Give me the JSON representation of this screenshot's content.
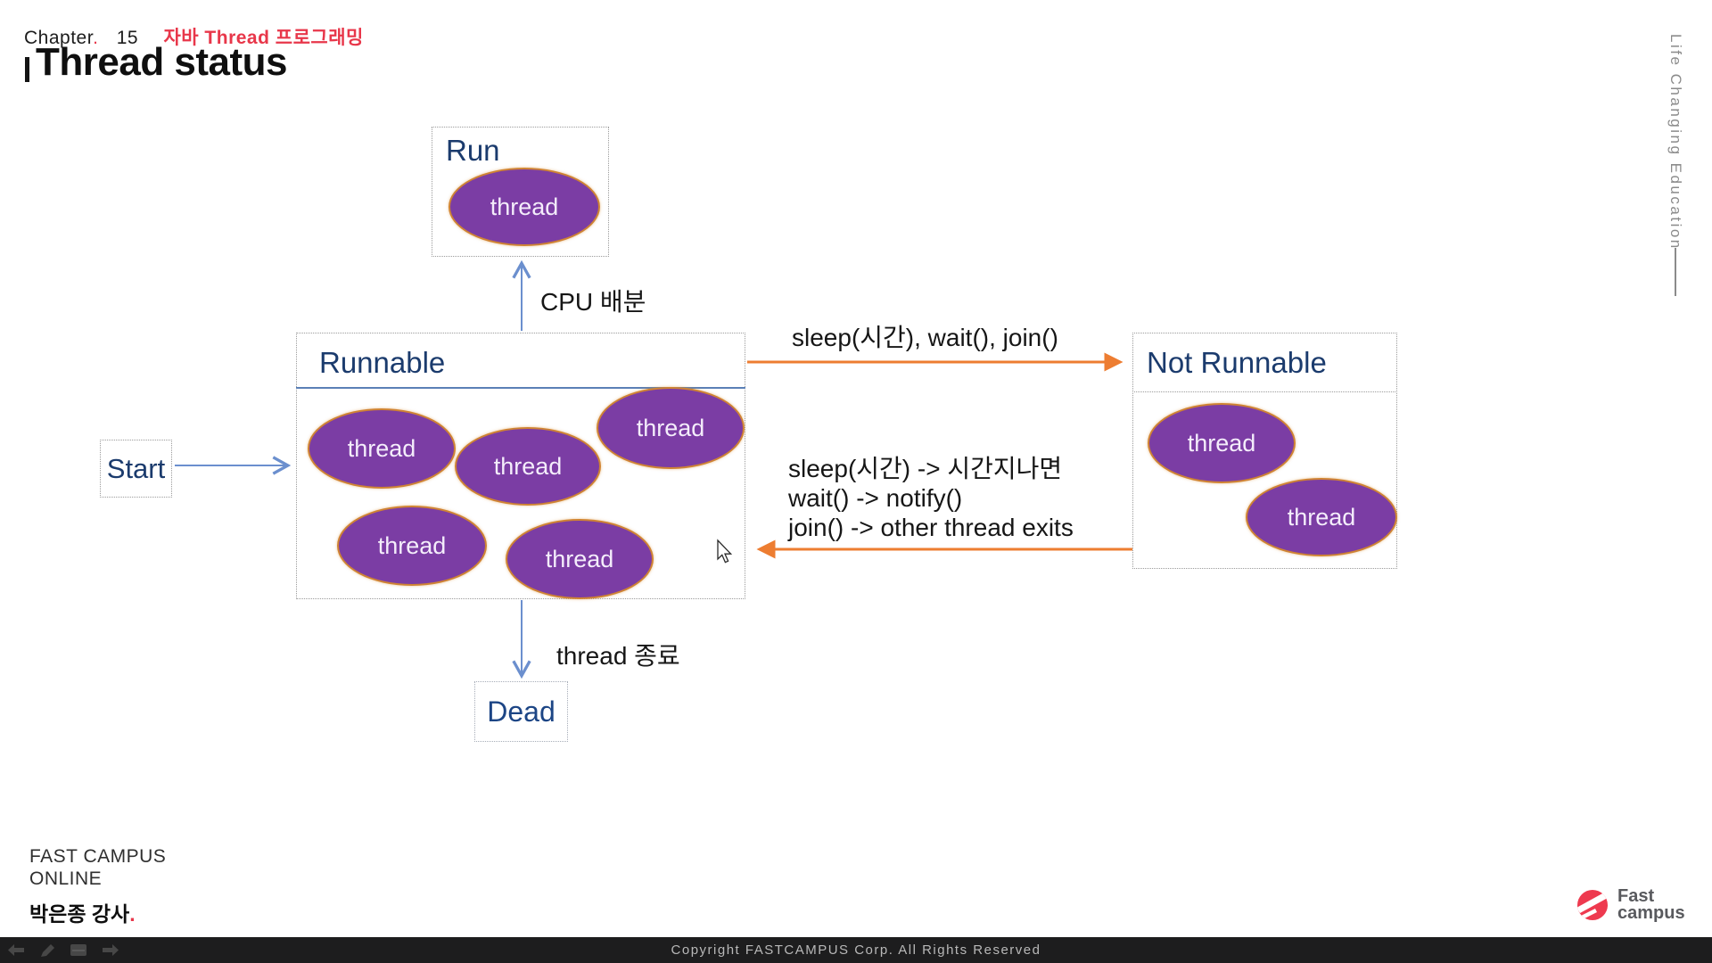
{
  "header": {
    "chapter_word": "Chapter",
    "chapter_period": ".",
    "chapter_number": "15",
    "chapter_subtitle": "자바 Thread 프로그래밍",
    "title": "Thread status"
  },
  "diagram": {
    "run": {
      "label": "Run",
      "thread": "thread"
    },
    "runnable": {
      "label": "Runnable",
      "threads": [
        "thread",
        "thread",
        "thread",
        "thread",
        "thread"
      ]
    },
    "not_runnable": {
      "label": "Not Runnable",
      "threads": [
        "thread",
        "thread"
      ]
    },
    "start": {
      "label": "Start"
    },
    "dead": {
      "label": "Dead"
    },
    "labels": {
      "cpu": "CPU 배분",
      "to_not_runnable": "sleep(시간), wait(), join()",
      "return_lines": [
        "sleep(시간) -> 시간지나면",
        "wait() -> notify()",
        "join() -> other thread exits"
      ],
      "thread_end": "thread 종료"
    }
  },
  "sidebar": {
    "vertical_text": "Life Changing Education"
  },
  "footer": {
    "brand_line1": "FAST CAMPUS",
    "brand_line2": "ONLINE",
    "instructor_name": "박은종 강사",
    "instructor_period": ".",
    "logo_line1": "Fast",
    "logo_line2": "campus",
    "copyright": "Copyright FASTCAMPUS Corp. All Rights Reserved"
  },
  "colors": {
    "accent_red": "#e8374a",
    "state_navy": "#1b3b6d",
    "thread_purple": "#7b3da4",
    "thread_border_orange": "#cf8334",
    "arrow_blue": "#6b8fce",
    "arrow_orange": "#ed7d31",
    "logo_red": "#ee3a4f"
  }
}
